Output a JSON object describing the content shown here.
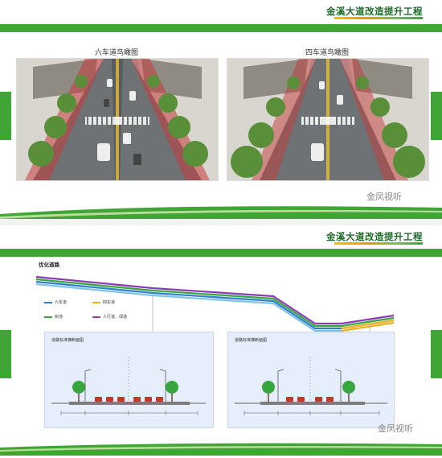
{
  "slide1": {
    "title": "金溪大道改造提升工程",
    "left_caption": "六车道鸟瞰图",
    "right_caption": "四车道鸟瞰图",
    "watermark": "金凤视听"
  },
  "slide2": {
    "title": "金溪大道改造提升工程",
    "section_label": "优化道路",
    "legend": [
      {
        "label": "六车道",
        "color": "#2f7fd1"
      },
      {
        "label": "四车道",
        "color": "#f2b11f"
      },
      {
        "label": "树池",
        "color": "#37a63c"
      },
      {
        "label": "人行道、绿道",
        "color": "#8c3bb4"
      }
    ],
    "panel_left_title": "道路标准横断面图",
    "panel_right_title": "道路标准横断面图",
    "watermark": "金凤视听"
  },
  "colors": {
    "brand_green": "#3fa535",
    "title_green": "#1e6b2a"
  }
}
